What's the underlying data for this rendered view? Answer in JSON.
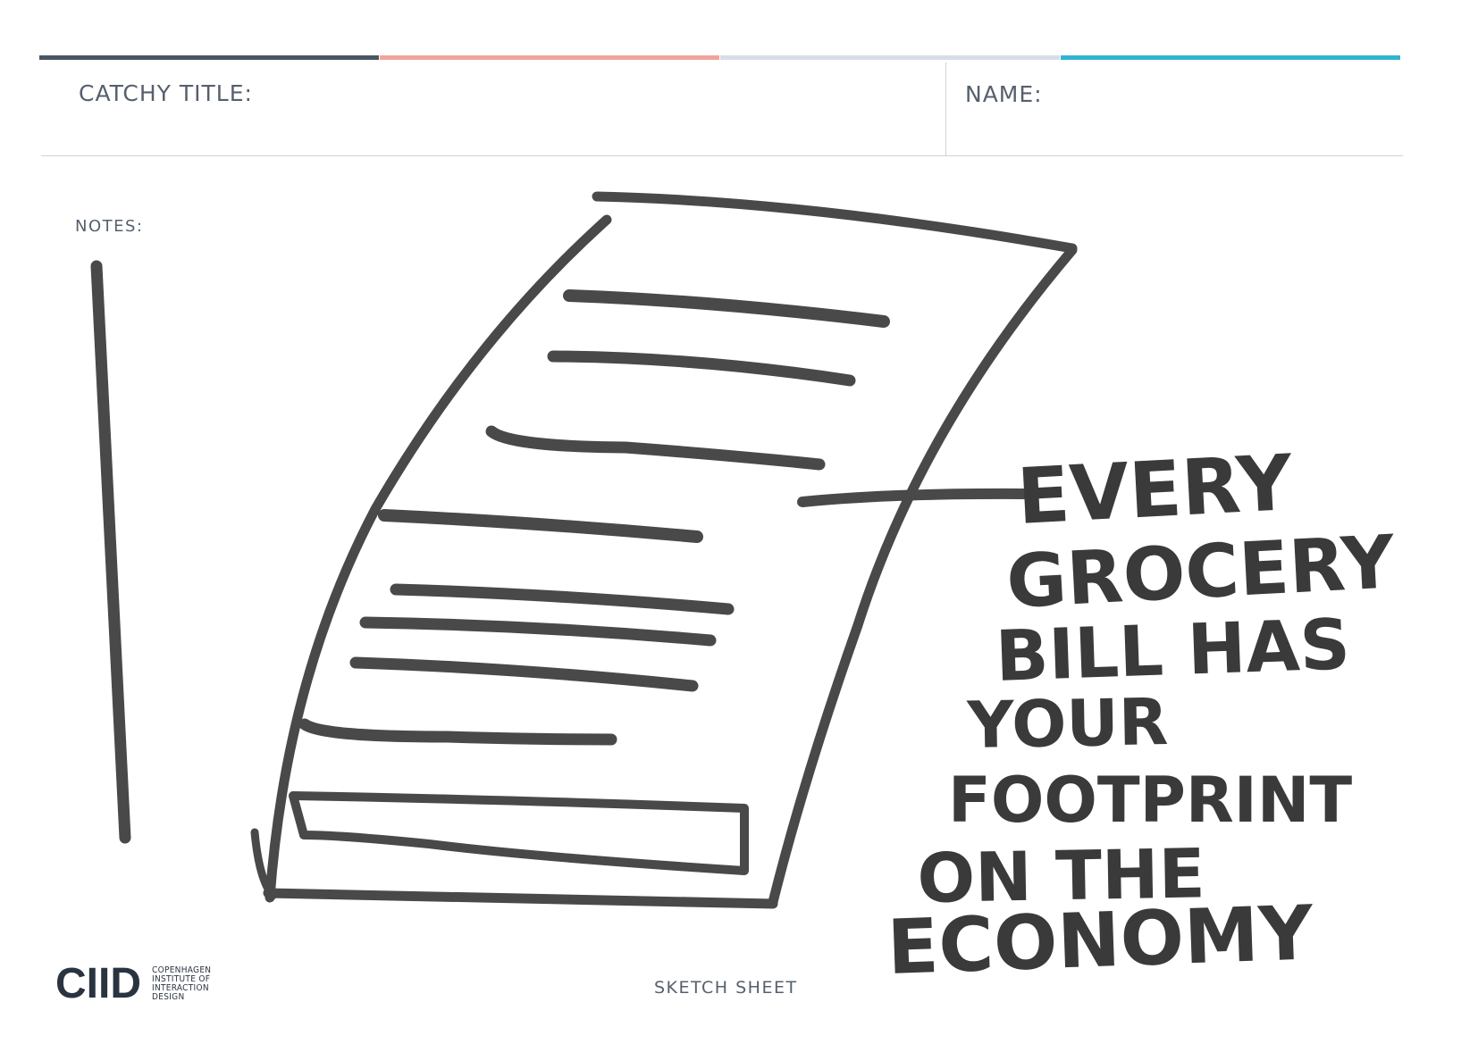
{
  "header": {
    "title_label": "CATCHY TITLE:",
    "name_label": "NAME:",
    "bar_colors": [
      "#4a5663",
      "#f1a39c",
      "#d7dde8",
      "#33b3cf"
    ]
  },
  "notes": {
    "label": "NOTES:"
  },
  "sketch": {
    "subject": "receipt",
    "annotation_lines": [
      "EVERY",
      "GROCERY",
      "BILL HAS",
      "YOUR",
      "FOOTPRINT",
      "ON THE",
      "ECONOMY"
    ],
    "ink_color": "#3a3a3a"
  },
  "footer": {
    "sheet_label": "SKETCH SHEET",
    "logo_mark": "CIID",
    "logo_lines": [
      "COPENHAGEN",
      "INSTITUTE OF",
      "INTERACTION",
      "DESIGN"
    ]
  }
}
